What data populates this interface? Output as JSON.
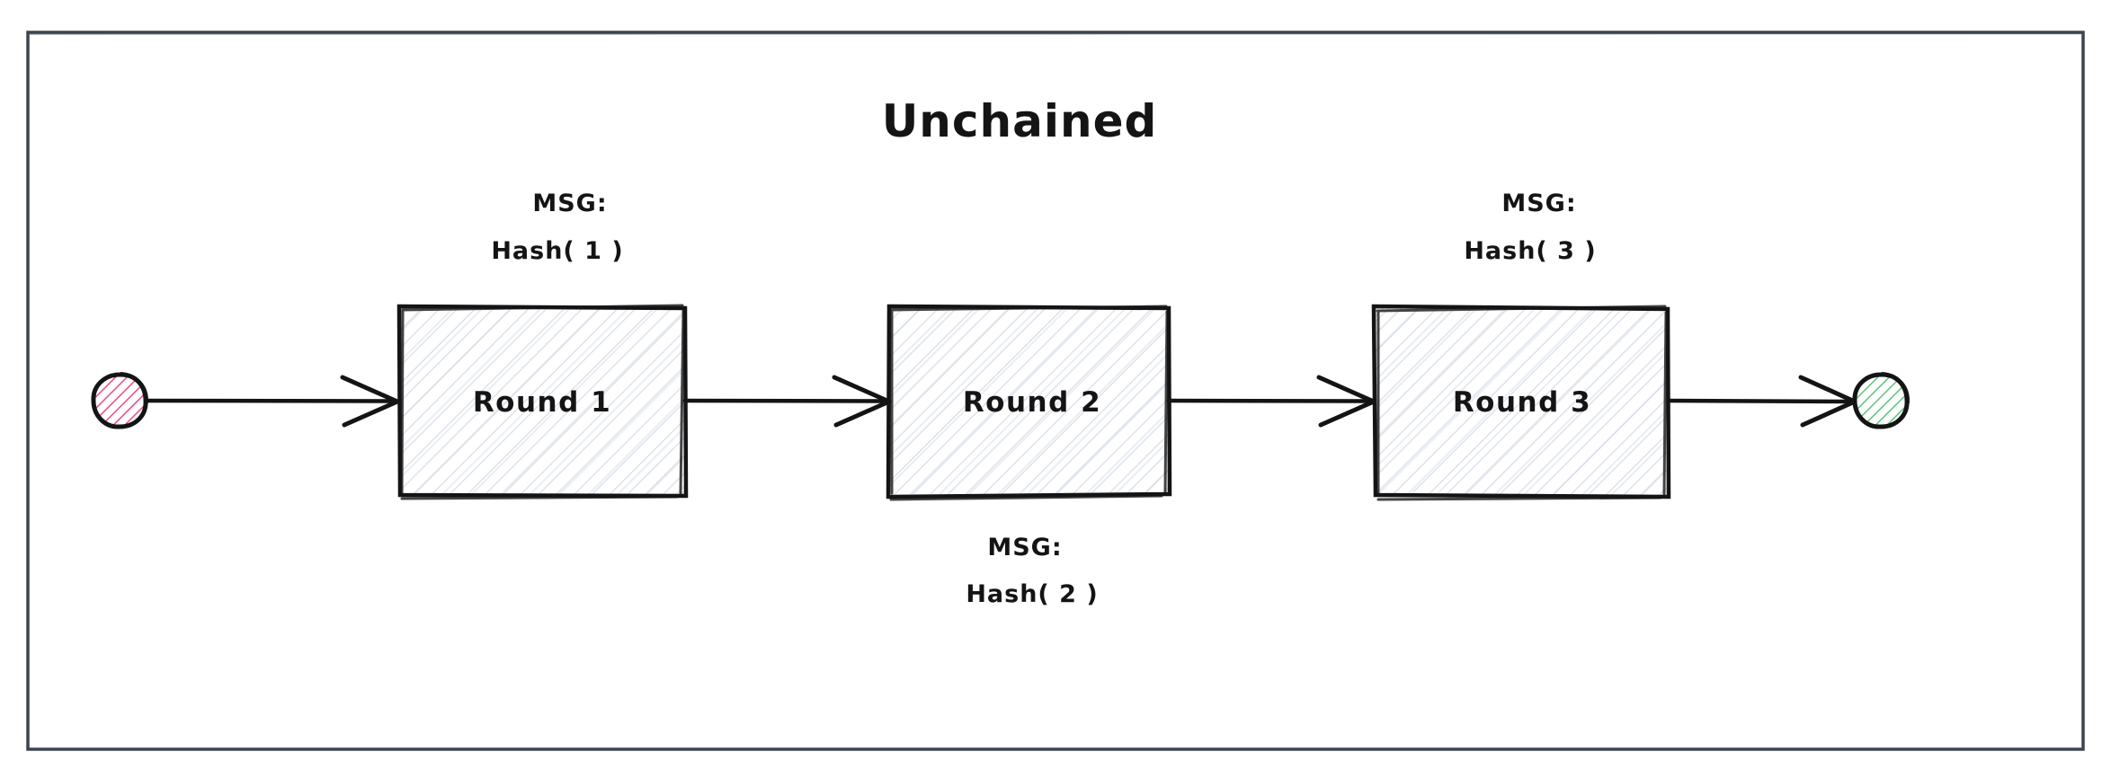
{
  "frame": {
    "border_color": "#3d4450",
    "background": "#ffffff"
  },
  "diagram": {
    "title": "Unchained",
    "type": "flow-diagram",
    "start_node": {
      "name": "start",
      "shape": "circle",
      "fill_color": "#e8467c",
      "stroke_color": "#141414",
      "label": ""
    },
    "end_node": {
      "name": "end",
      "shape": "circle",
      "fill_color": "#52c074",
      "stroke_color": "#141414",
      "label": ""
    },
    "nodes": [
      {
        "id": "round1",
        "label": "Round 1",
        "fill_color": "#aab4c4",
        "stroke_color": "#141414"
      },
      {
        "id": "round2",
        "label": "Round 2",
        "fill_color": "#aab4c4",
        "stroke_color": "#141414"
      },
      {
        "id": "round3",
        "label": "Round 3",
        "fill_color": "#aab4c4",
        "stroke_color": "#141414"
      }
    ],
    "edge_labels": [
      {
        "id": "msg1",
        "line1": "MSG:",
        "line2": "Hash( 1 )",
        "position": "above"
      },
      {
        "id": "msg2",
        "line1": "MSG:",
        "line2": "Hash( 2 )",
        "position": "below"
      },
      {
        "id": "msg3",
        "line1": "MSG:",
        "line2": "Hash( 3 )",
        "position": "above"
      }
    ],
    "edges": [
      {
        "from": "start",
        "to": "round1",
        "arrow": "open"
      },
      {
        "from": "round1",
        "to": "round2",
        "arrow": "open"
      },
      {
        "from": "round2",
        "to": "round3",
        "arrow": "open"
      },
      {
        "from": "round3",
        "to": "end",
        "arrow": "open"
      }
    ]
  }
}
